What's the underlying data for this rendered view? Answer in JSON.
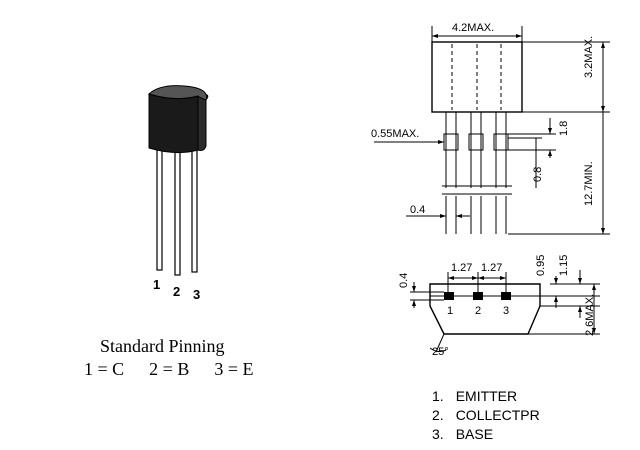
{
  "package_view": {
    "pin_numbers": [
      "1",
      "2",
      "3"
    ],
    "heading": "Standard Pinning",
    "pinning": [
      {
        "num": "1",
        "sym": "C"
      },
      {
        "num": "2",
        "sym": "B"
      },
      {
        "num": "3",
        "sym": "E"
      }
    ]
  },
  "front_view": {
    "dims": {
      "body_width": "4.2MAX.",
      "body_height": "3.2MAX.",
      "lead_width": "0.55MAX.",
      "dim_1_8": "1.8",
      "dim_0_8": "0.8",
      "lead_length": "12.7MIN.",
      "lead_thickness": "0.4"
    }
  },
  "bottom_view": {
    "dims": {
      "pitch_left": "1.27",
      "pitch_right": "1.27",
      "dim_0_4": "0.4",
      "dim_0_95": "0.95",
      "dim_1_15": "1.15",
      "depth": "2.6MAX.",
      "angle": "25°"
    },
    "pin_numbers": [
      "1",
      "2",
      "3"
    ]
  },
  "legend": [
    {
      "num": "1.",
      "label": "EMITTER"
    },
    {
      "num": "2.",
      "label": "COLLECTPR"
    },
    {
      "num": "3.",
      "label": "BASE"
    }
  ]
}
